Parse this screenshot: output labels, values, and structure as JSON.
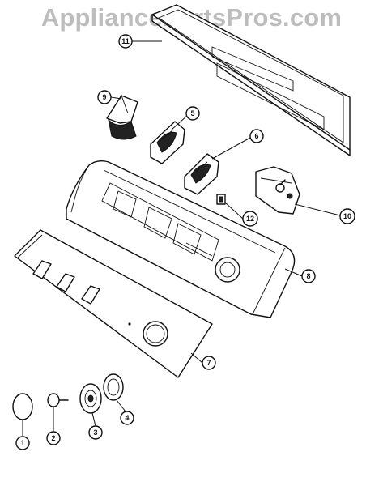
{
  "watermark": "AppliancePartsPros.com",
  "callouts": {
    "p1": "1",
    "p2": "2",
    "p3": "3",
    "p4": "4",
    "p5": "5",
    "p6": "6",
    "p7": "7",
    "p8": "8",
    "p9": "9",
    "p10": "10",
    "p11": "11",
    "p12": "12"
  }
}
